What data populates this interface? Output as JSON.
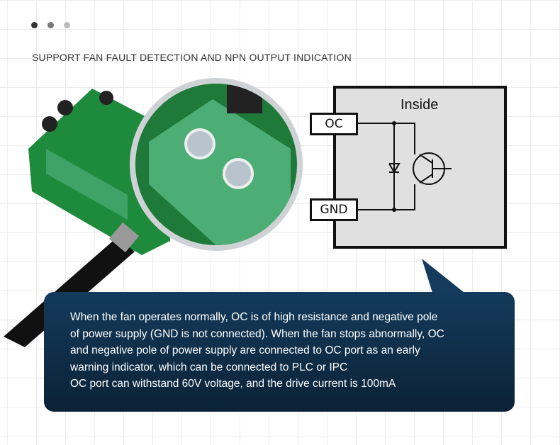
{
  "carousel": {
    "dots": [
      {
        "color": "#333333"
      },
      {
        "color": "#777777"
      },
      {
        "color": "#bbbbbb"
      }
    ]
  },
  "heading": "SUPPORT FAN FAULT DETECTION AND NPN OUTPUT INDICATION",
  "diagram": {
    "title": "Inside",
    "pin_oc": "OC",
    "pin_gnd": "GND"
  },
  "description": {
    "lines": [
      "When the fan operates normally, OC is of high resistance and negative pole",
      "of power supply (GND is not connected). When the fan stops abnormally, OC",
      "and negative pole of power supply are connected to OC port as an early",
      "warning indicator, which can be connected to PLC or IPC",
      "OC port can withstand 60V voltage, and the drive current is 100mA"
    ]
  },
  "colors": {
    "pcb": "#1e8a3c",
    "terminal": "#3fa266",
    "bubble": "#143b5c"
  }
}
